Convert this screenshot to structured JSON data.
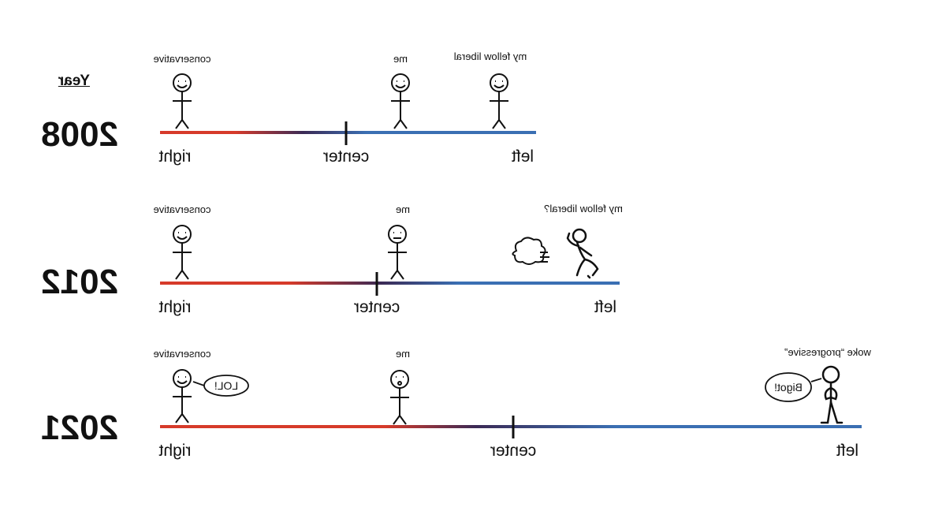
{
  "header": {
    "year_label": "Year"
  },
  "rows": [
    {
      "year": "2008",
      "axis": {
        "right": "right",
        "center": "center",
        "left": "left"
      },
      "figures": {
        "conservative": "conservative",
        "me": "me",
        "other": "my fellow liberal"
      }
    },
    {
      "year": "2012",
      "axis": {
        "right": "right",
        "center": "center",
        "left": "left"
      },
      "figures": {
        "conservative": "conservative",
        "me": "me",
        "other": "my fellow liberal?"
      }
    },
    {
      "year": "2021",
      "axis": {
        "right": "right",
        "center": "center",
        "left": "left"
      },
      "figures": {
        "conservative": "conservative",
        "me": "me",
        "other": "woke “progressive”"
      },
      "bubbles": {
        "conservative": "LOL!",
        "other": "Bigot!"
      }
    }
  ],
  "colors": {
    "right": "#d63a2a",
    "center": "#3b2a55",
    "left": "#3a6fb3"
  }
}
